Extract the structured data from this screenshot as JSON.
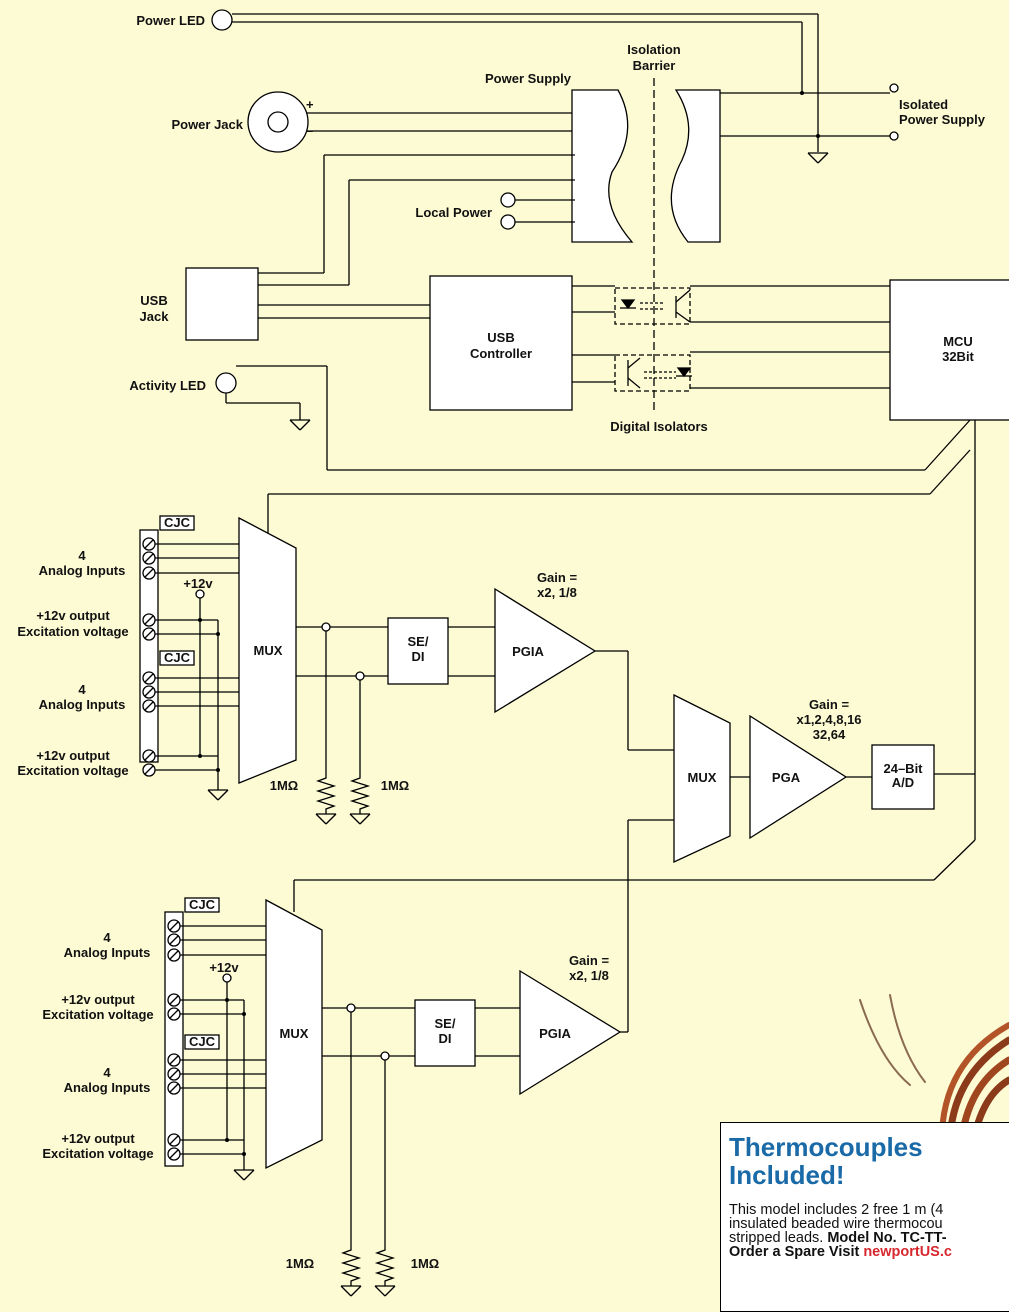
{
  "colors": {
    "background": "#fdfbd4",
    "link": "#d6282e",
    "promo_title": "#1a6aa8"
  },
  "labels": {
    "power_led": "Power LED",
    "power_jack": "Power Jack",
    "plus": "+",
    "minus": "–",
    "power_supply": "Power Supply",
    "isolation_barrier_1": "Isolation",
    "isolation_barrier_2": "Barrier",
    "isolated_ps_1": "Isolated",
    "isolated_ps_2": "Power Supply",
    "local_power": "Local Power",
    "usb_jack_1": "USB",
    "usb_jack_2": "Jack",
    "usb_ctrl_1": "USB",
    "usb_ctrl_2": "Controller",
    "mcu_1": "MCU",
    "mcu_2": "32Bit",
    "activity_led": "Activity LED",
    "digital_isolators": "Digital Isolators",
    "cjc": "CJC",
    "analog_1": "4",
    "analog_2": "Analog Inputs",
    "plus12v": "+12v",
    "exc_1": "+12v output",
    "exc_2": "Excitation voltage",
    "mux": "MUX",
    "sedi_1": "SE/",
    "sedi_2": "DI",
    "pgia": "PGIA",
    "gain_pgia_1": "Gain =",
    "gain_pgia_2": "x2, 1/8",
    "gain_pga_1": "Gain =",
    "gain_pga_2": "x1,2,4,8,16",
    "gain_pga_3": "32,64",
    "pga": "PGA",
    "adc_1": "24–Bit",
    "adc_2": "A/D",
    "resistor": "1MΩ"
  },
  "promo": {
    "title": "Thermocouples Included!",
    "line1": "This model includes 2 free 1 m (4",
    "line2": "insulated beaded wire thermocou",
    "line3_text": "stripped leads. ",
    "line3_bold": "Model No. TC-TT-",
    "line4_bold": "Order a Spare Visit ",
    "line4_link": "newportUS.c"
  }
}
